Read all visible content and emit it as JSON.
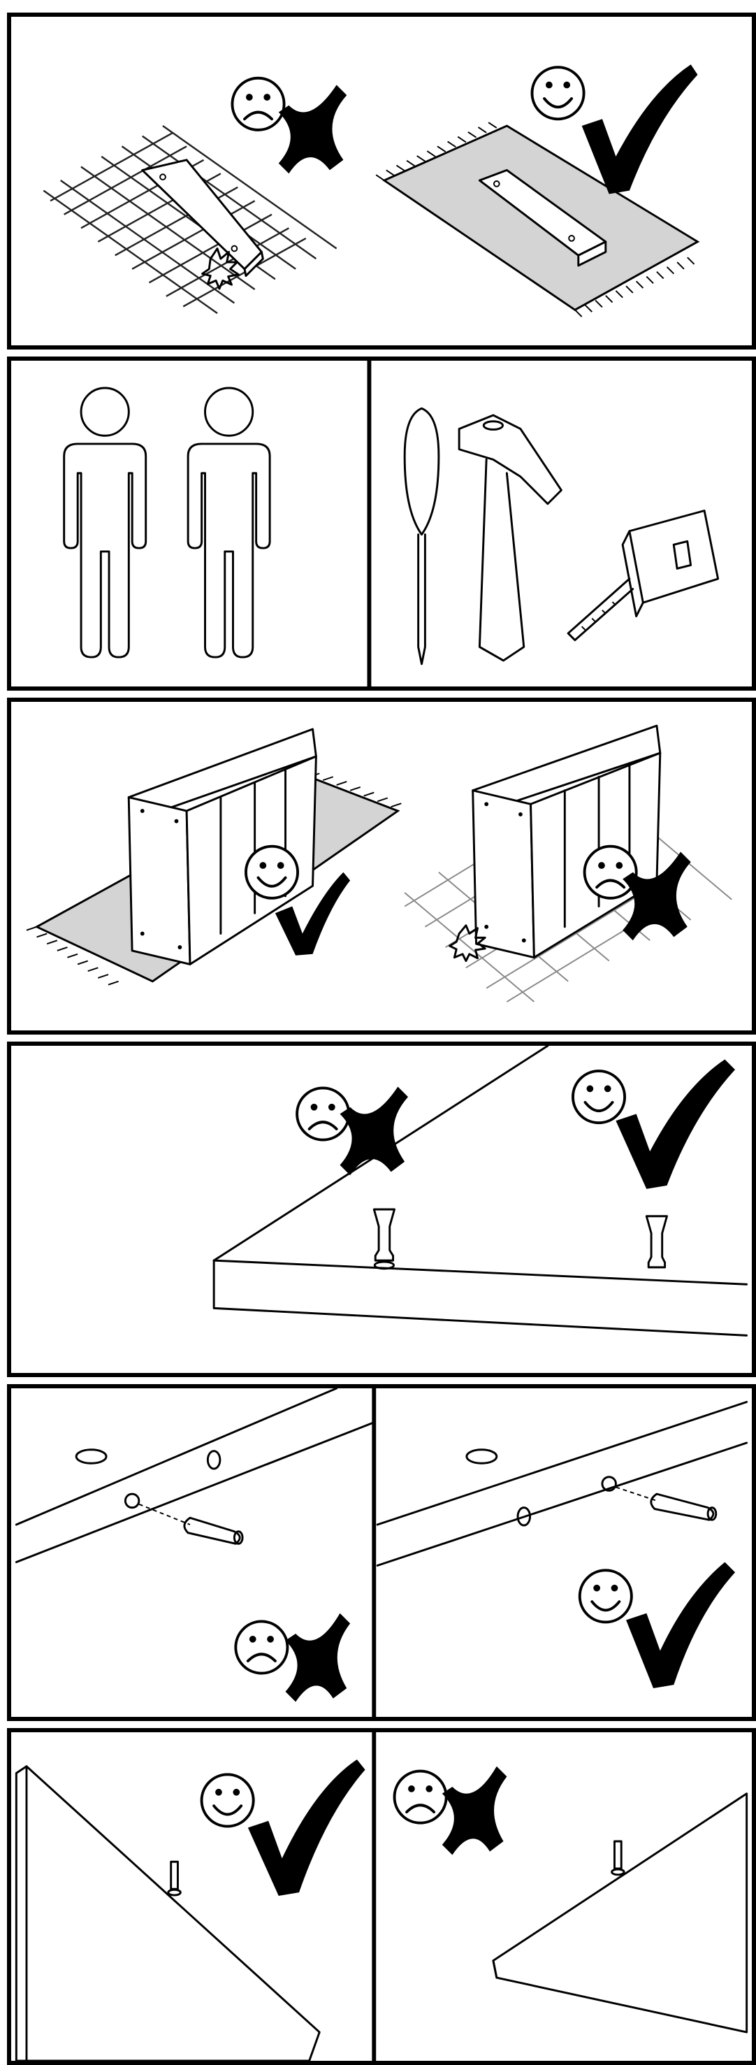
{
  "document": {
    "type": "assembly-instruction-sheet",
    "panels": [
      {
        "id": "p1",
        "cells": [
          {
            "icon": "sad-face",
            "mark": "cross-mark",
            "scene": "board-on-hard-floor"
          },
          {
            "icon": "happy-face",
            "mark": "check-mark",
            "scene": "board-on-rug"
          }
        ]
      },
      {
        "id": "p2",
        "cells": [
          {
            "scene": "two-persons"
          },
          {
            "scene": "tools-screwdriver-hammer-tape-measure"
          }
        ]
      },
      {
        "id": "p3",
        "cells": [
          {
            "icon": "happy-face",
            "mark": "check-mark",
            "scene": "shelf-on-rug"
          },
          {
            "icon": "sad-face",
            "mark": "cross-mark",
            "scene": "shelf-on-hard-floor"
          }
        ]
      },
      {
        "id": "p4",
        "cells": [
          {
            "icon": "sad-face",
            "mark": "cross-mark",
            "scene": "dowel-hammered-wrong"
          },
          {
            "icon": "happy-face",
            "mark": "check-mark",
            "scene": "dowel-correct"
          }
        ]
      },
      {
        "id": "p5",
        "cells": [
          {
            "icon": "sad-face",
            "mark": "cross-mark",
            "scene": "dowel-wrong-hole"
          },
          {
            "icon": "happy-face",
            "mark": "check-mark",
            "scene": "dowel-correct-hole"
          }
        ]
      },
      {
        "id": "p6",
        "cells": [
          {
            "icon": "happy-face",
            "mark": "check-mark",
            "scene": "pin-correct-edge"
          },
          {
            "icon": "sad-face",
            "mark": "cross-mark",
            "scene": "pin-wrong-surface"
          }
        ]
      }
    ]
  }
}
